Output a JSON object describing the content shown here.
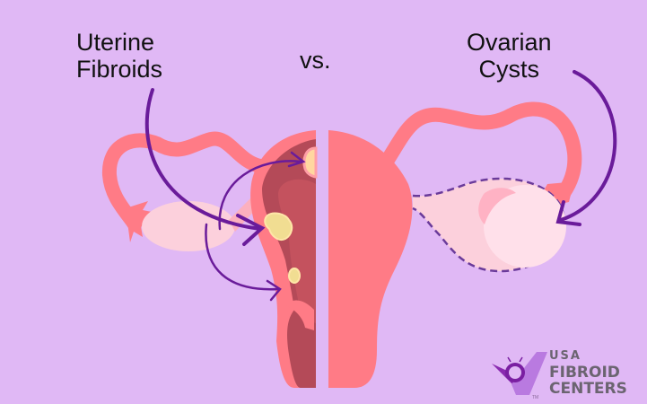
{
  "labels": {
    "left_line1": "Uterine",
    "left_line2": "Fibroids",
    "center": "vs.",
    "right_line1": "Ovarian",
    "right_line2": "Cysts"
  },
  "logo": {
    "line1": "USA",
    "line2": "FIBROID",
    "line3": "CENTERS",
    "tm": "TM"
  },
  "colors": {
    "background": "#e0b8f5",
    "tissue": "#ff7b86",
    "inner": "#b44a58",
    "fibroid": "#f4e09a",
    "ovary": "#fcd0dc",
    "arrow": "#6a1b9a"
  }
}
